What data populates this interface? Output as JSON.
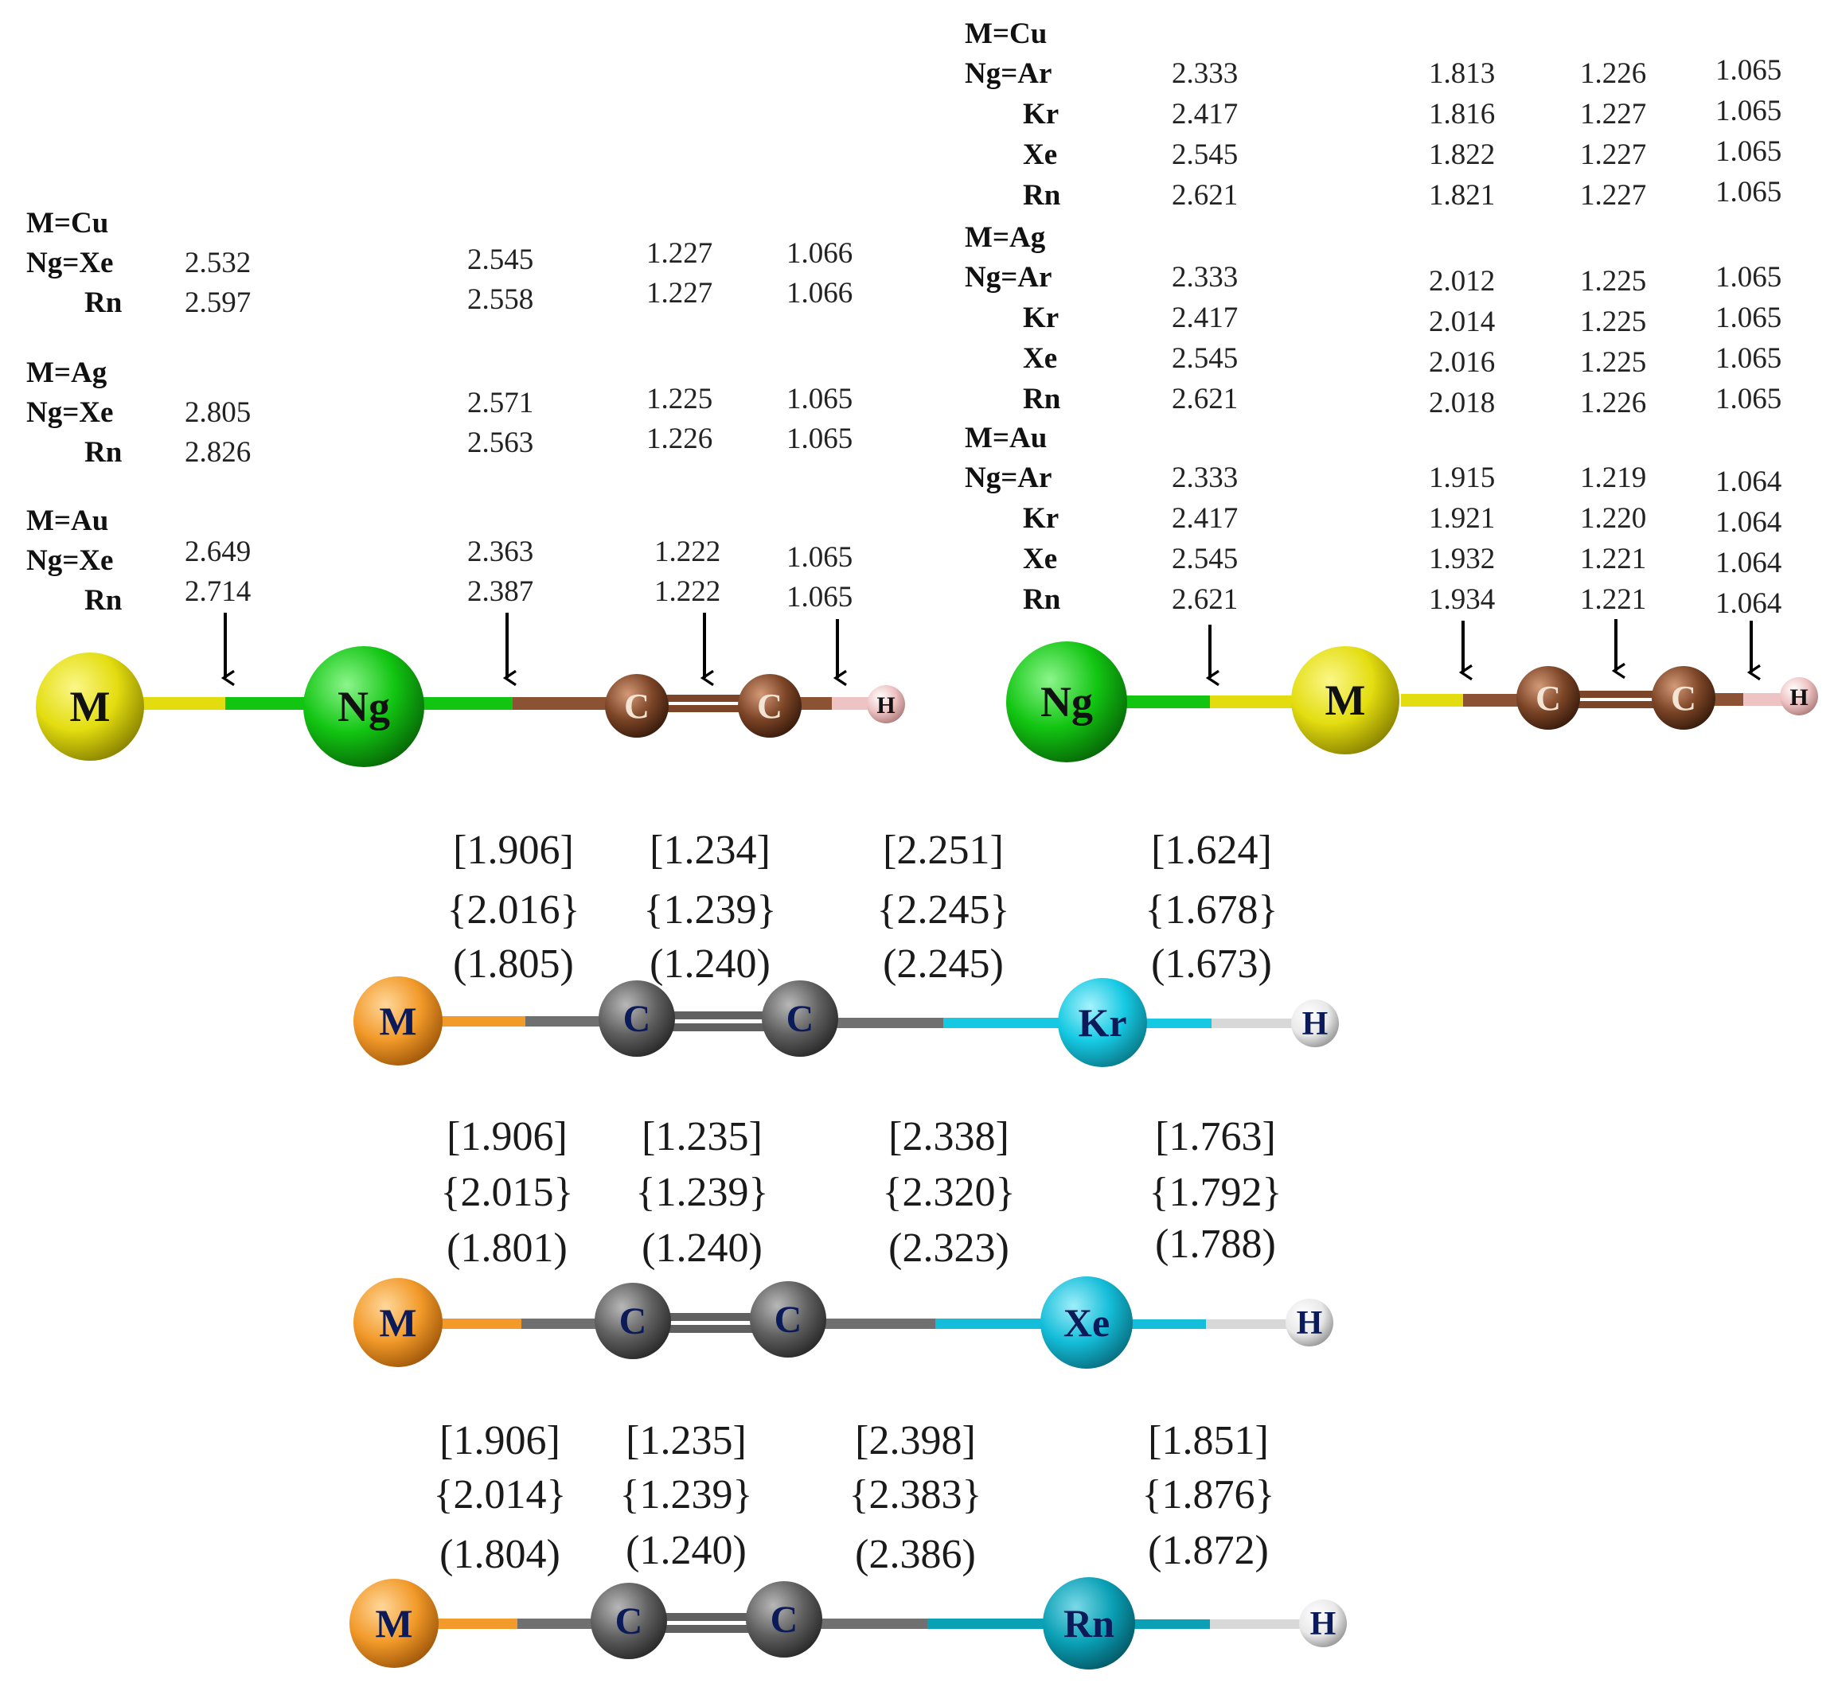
{
  "panel_a": {
    "groups": [
      {
        "metal": "M=Cu",
        "rows": [
          {
            "ng": "Ng=Xe",
            "v1": "2.532",
            "v2": "2.545",
            "v3": "1.227",
            "v4": "1.066"
          },
          {
            "ng": "Rn",
            "v1": "2.597",
            "v2": "2.558",
            "v3": "1.227",
            "v4": "1.066"
          }
        ]
      },
      {
        "metal": "M=Ag",
        "rows": [
          {
            "ng": "Ng=Xe",
            "v1": "2.805",
            "v2": "2.571",
            "v3": "1.225",
            "v4": "1.065"
          },
          {
            "ng": "Rn",
            "v1": "2.826",
            "v2": "2.563",
            "v3": "1.226",
            "v4": "1.065"
          }
        ]
      },
      {
        "metal": "M=Au",
        "rows": [
          {
            "ng": "Ng=Xe",
            "v1": "2.649",
            "v2": "2.363",
            "v3": "1.222",
            "v4": "1.065"
          },
          {
            "ng": "Rn",
            "v1": "2.714",
            "v2": "2.387",
            "v3": "1.222",
            "v4": "1.065"
          }
        ]
      }
    ],
    "atoms": {
      "m": "M",
      "ng": "Ng",
      "c1": "C",
      "c2": "C",
      "h": "H"
    }
  },
  "panel_b": {
    "groups": [
      {
        "metal": "M=Cu",
        "rows": [
          {
            "ng": "Ng=Ar",
            "v1": "2.333",
            "v2": "1.813",
            "v3": "1.226",
            "v4": "1.065"
          },
          {
            "ng": "Kr",
            "v1": "2.417",
            "v2": "1.816",
            "v3": "1.227",
            "v4": "1.065"
          },
          {
            "ng": "Xe",
            "v1": "2.545",
            "v2": "1.822",
            "v3": "1.227",
            "v4": "1.065"
          },
          {
            "ng": "Rn",
            "v1": "2.621",
            "v2": "1.821",
            "v3": "1.227",
            "v4": "1.065"
          }
        ]
      },
      {
        "metal": "M=Ag",
        "rows": [
          {
            "ng": "Ng=Ar",
            "v1": "2.333",
            "v2": "2.012",
            "v3": "1.225",
            "v4": "1.065"
          },
          {
            "ng": "Kr",
            "v1": "2.417",
            "v2": "2.014",
            "v3": "1.225",
            "v4": "1.065"
          },
          {
            "ng": "Xe",
            "v1": "2.545",
            "v2": "2.016",
            "v3": "1.225",
            "v4": "1.065"
          },
          {
            "ng": "Rn",
            "v1": "2.621",
            "v2": "2.018",
            "v3": "1.226",
            "v4": "1.065"
          }
        ]
      },
      {
        "metal": "M=Au",
        "rows": [
          {
            "ng": "Ng=Ar",
            "v1": "2.333",
            "v2": "1.915",
            "v3": "1.219",
            "v4": "1.064"
          },
          {
            "ng": "Kr",
            "v1": "2.417",
            "v2": "1.921",
            "v3": "1.220",
            "v4": "1.064"
          },
          {
            "ng": "Xe",
            "v1": "2.545",
            "v2": "1.932",
            "v3": "1.221",
            "v4": "1.064"
          },
          {
            "ng": "Rn",
            "v1": "2.621",
            "v2": "1.934",
            "v3": "1.221",
            "v4": "1.064"
          }
        ]
      }
    ],
    "atoms": {
      "ng": "Ng",
      "m": "M",
      "c1": "C",
      "c2": "C",
      "h": "H"
    }
  },
  "panel_c": {
    "molecules": [
      {
        "ng": "Kr",
        "cols": [
          {
            "square": "[1.906]",
            "curly": "{2.016}",
            "round": "(1.805)"
          },
          {
            "square": "[1.234]",
            "curly": "{1.239}",
            "round": "(1.240)"
          },
          {
            "square": "[2.251]",
            "curly": "{2.245}",
            "round": "(2.245)"
          },
          {
            "square": "[1.624]",
            "curly": "{1.678}",
            "round": "(1.673)"
          }
        ]
      },
      {
        "ng": "Xe",
        "cols": [
          {
            "square": "[1.906]",
            "curly": "{2.015}",
            "round": "(1.801)"
          },
          {
            "square": "[1.235]",
            "curly": "{1.239}",
            "round": "(1.240)"
          },
          {
            "square": "[2.338]",
            "curly": "{2.320}",
            "round": "(2.323)"
          },
          {
            "square": "[1.763]",
            "curly": "{1.792}",
            "round": "(1.788)"
          }
        ]
      },
      {
        "ng": "Rn",
        "cols": [
          {
            "square": "[1.906]",
            "curly": "{2.014}",
            "round": "(1.804)"
          },
          {
            "square": "[1.235]",
            "curly": "{1.239}",
            "round": "(1.240)"
          },
          {
            "square": "[2.398]",
            "curly": "{2.383}",
            "round": "(2.386)"
          },
          {
            "square": "[1.851]",
            "curly": "{1.876}",
            "round": "(1.872)"
          }
        ]
      }
    ],
    "atoms": {
      "m": "M",
      "c1": "C",
      "c2": "C",
      "h": "H"
    }
  },
  "colors": {
    "metal_yellow": "#e3dd10",
    "ng_green": "#12c512",
    "carbon_brown": "#7c4527",
    "hydrogen_pink": "#eec3c3",
    "metal_orange": "#f29a2a",
    "carbon_gray": "#606060",
    "ng_cyan_kr": "#16c9e3",
    "ng_cyan_xe": "#14bdd9",
    "ng_teal_rn": "#0aa0b6",
    "hydrogen_white": "#e8e8e8"
  }
}
